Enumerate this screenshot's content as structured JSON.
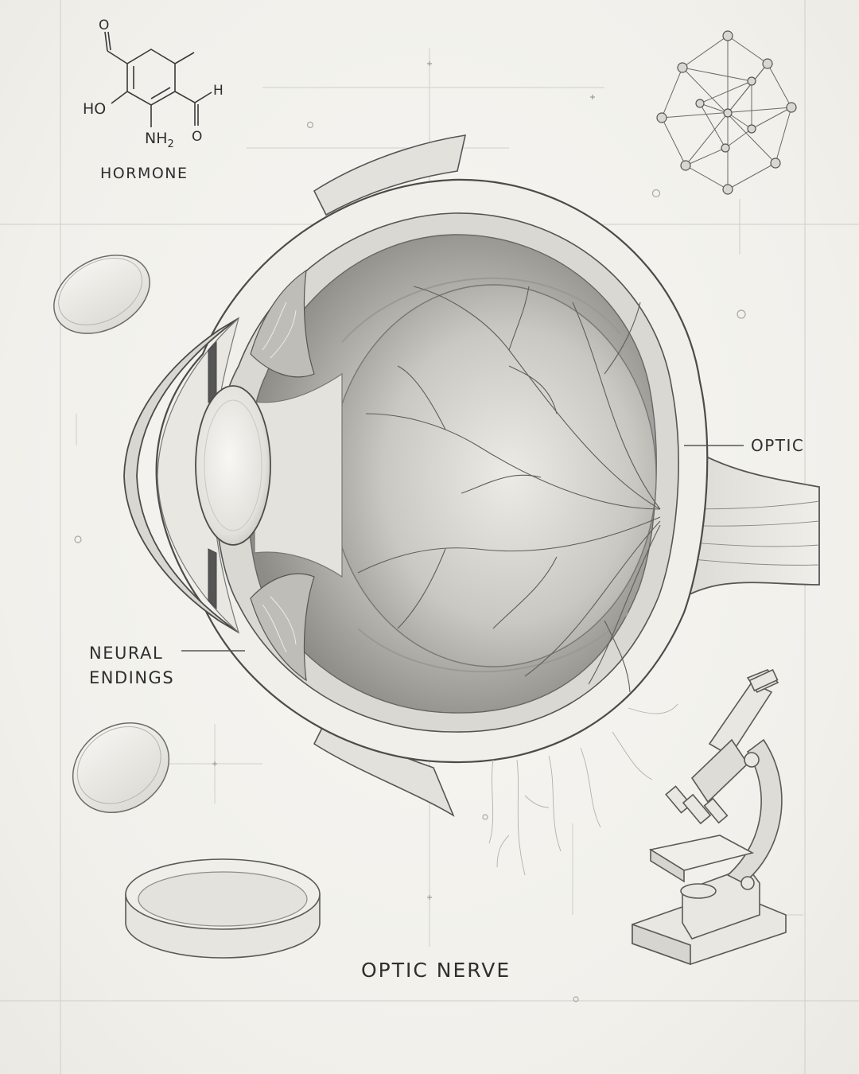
{
  "labels": {
    "hormone": "HORMONE",
    "optic": "OPTIC",
    "neural_endings": "NEURAL\nENDINGS",
    "optic_nerve": "OPTIC NERVE"
  },
  "molecule": {
    "ho": "HO",
    "nh": "NH",
    "nh_sub": "2",
    "o_top": "O",
    "o_right": "O",
    "h": "H"
  },
  "colors": {
    "paper": "#f3f2ee",
    "pencil": "#555555",
    "shade": "#8a8a86"
  }
}
